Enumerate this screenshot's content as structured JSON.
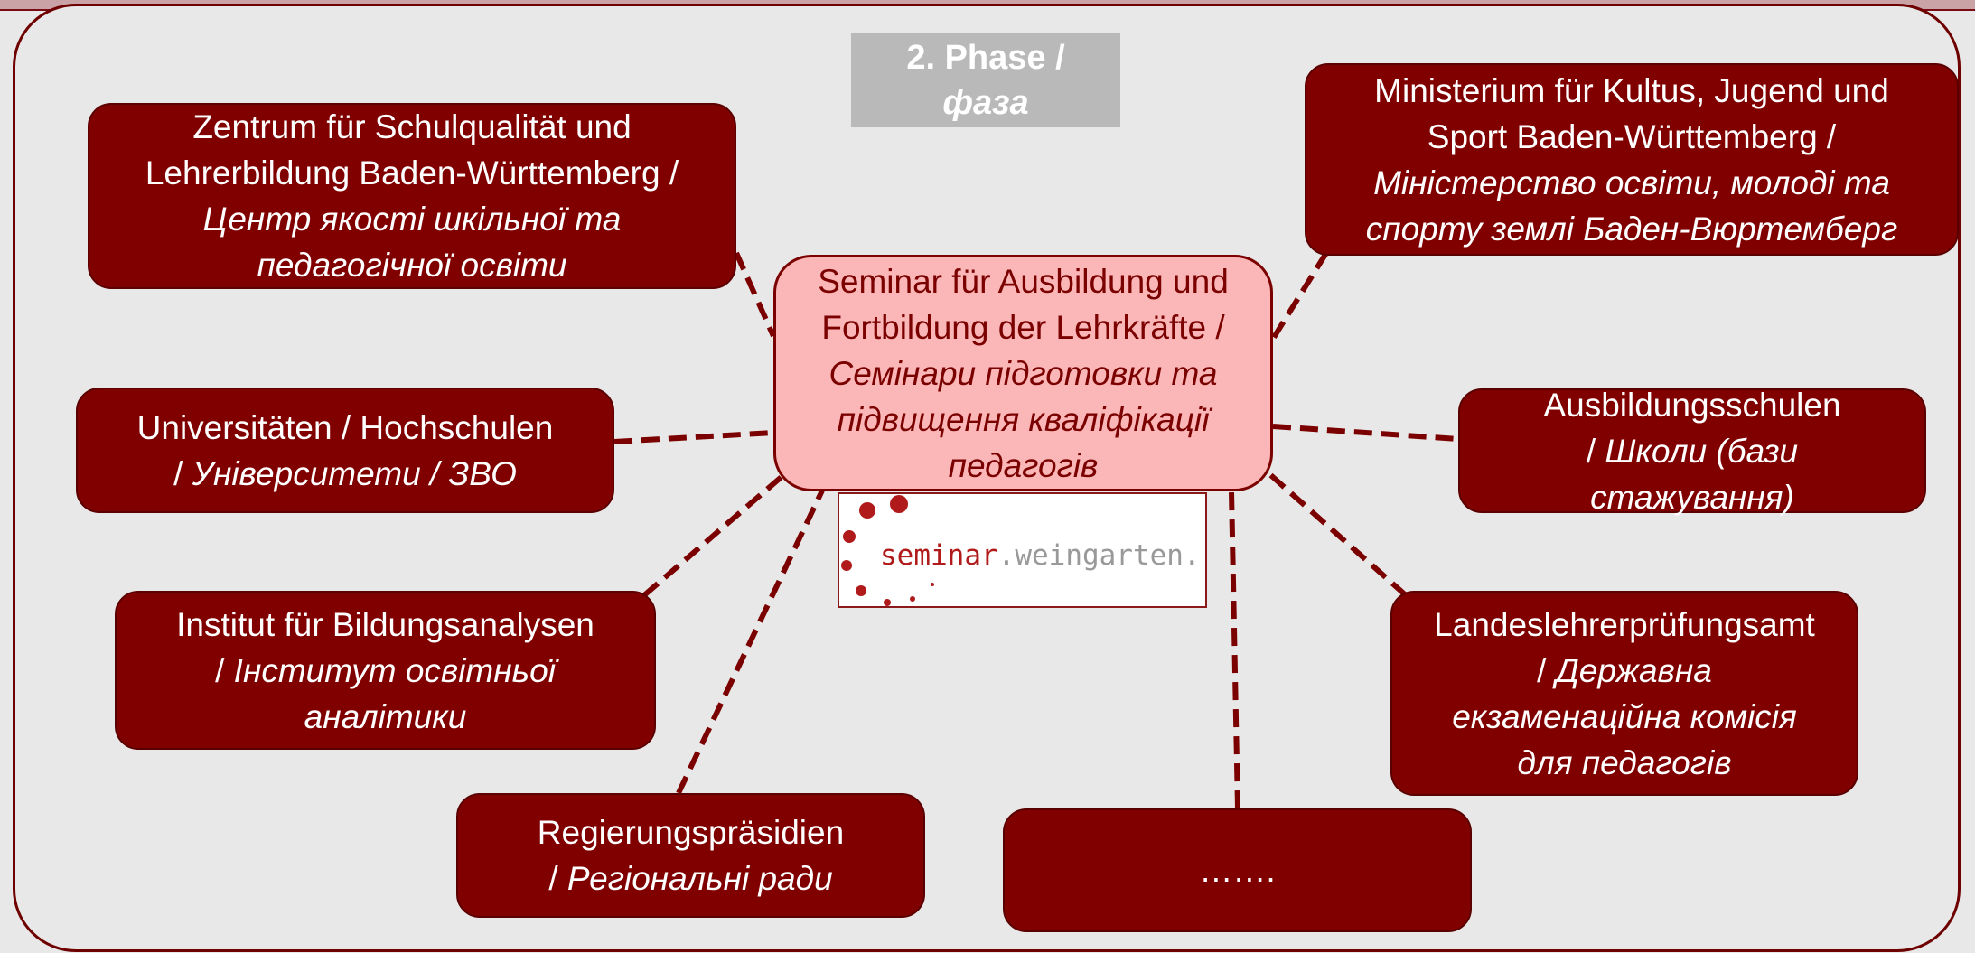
{
  "phase": {
    "line1": "2. Phase /",
    "line2": "фаза"
  },
  "center": {
    "de1": "Seminar für Ausbildung und",
    "de2": "Fortbildung der Lehrkräfte /",
    "uk1": "Семінари підготовки та",
    "uk2": "підвищення кваліфікації",
    "uk3": "педагогів"
  },
  "logo": {
    "part1": "seminar",
    "dot": ".",
    "part2": "weingarten",
    "dot2": "."
  },
  "nodes": {
    "zsl": {
      "de1": "Zentrum für Schulqualität und",
      "de2": "Lehrerbildung Baden-Württemberg /",
      "uk1": "Центр якості шкільної та",
      "uk2": "педагогічної освіти"
    },
    "ministry": {
      "de1": "Ministerium für Kultus, Jugend und",
      "de2": "Sport Baden-Württemberg /",
      "uk1": "Міністерство освіти, молоді та",
      "uk2": "спорту землі Баден-Вюртемберг"
    },
    "universities": {
      "de1": "Universitäten / Hochschulen",
      "sep": "/ ",
      "uk": "Університети / ЗВО"
    },
    "schools": {
      "de": "Ausbildungsschulen",
      "sep": "/ ",
      "uk1": "Школи (бази",
      "uk2": "стажування)"
    },
    "ibbw": {
      "de": "Institut für Bildungsanalysen",
      "sep": "/ ",
      "uk1": "Інститут освітньої",
      "uk2": "аналітики"
    },
    "llpa": {
      "de": "Landeslehrerprüfungsamt",
      "sep": "/ ",
      "uk1": "Державна",
      "uk2": "екзаменаційна комісія",
      "uk3": "для педагогів"
    },
    "rp": {
      "de": "Regierungspräsidien",
      "sep": "/ ",
      "uk": "Регіональні ради"
    },
    "more": {
      "text": "……."
    }
  },
  "colors": {
    "node_fill": "#800000",
    "center_fill": "#fbb7b7",
    "connector": "#7b0000",
    "background": "#e9e8e8"
  }
}
